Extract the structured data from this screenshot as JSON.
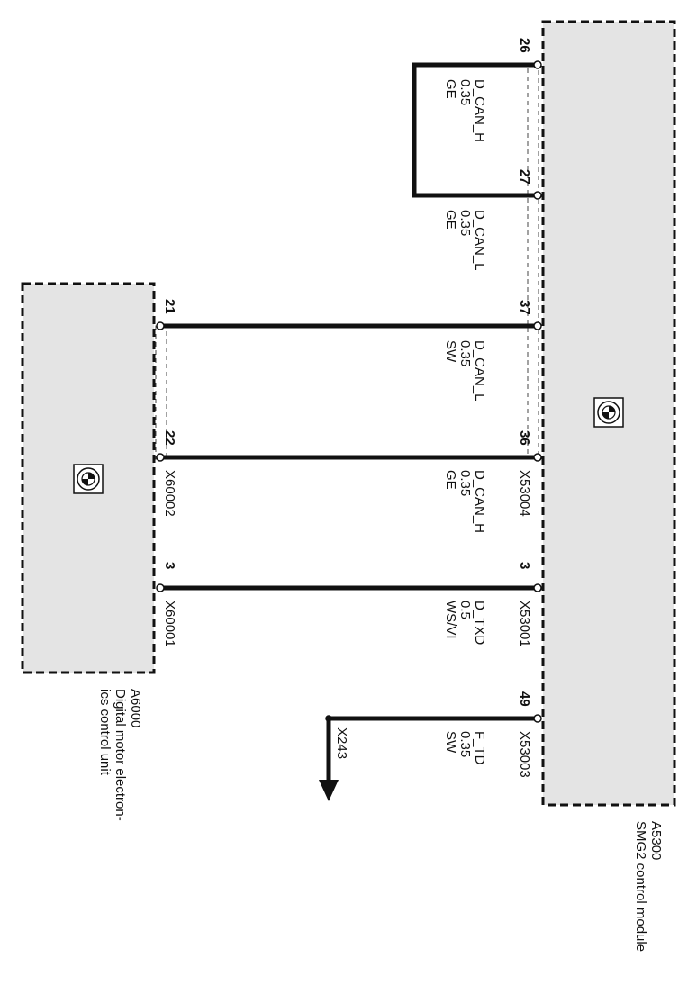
{
  "modules": {
    "smg2": {
      "id": "A5300",
      "name": "SMG2 control module"
    },
    "dme": {
      "id": "A6000",
      "name_line1": "Digital motor electron-",
      "name_line2": "ics control unit"
    }
  },
  "pins": {
    "p26": "26",
    "p27": "27",
    "p37": "37",
    "p36": "36",
    "p3_smg": "3",
    "p49": "49",
    "p21": "21",
    "p22": "22",
    "p3_dme": "3"
  },
  "connectors": {
    "x53004": "X53004",
    "x53001": "X53001",
    "x53003": "X53003",
    "x60002": "X60002",
    "x60001": "X60001",
    "x243": "X243"
  },
  "wires": {
    "w1": {
      "signal": "D_CAN_H",
      "size": "0.35",
      "color": "GE"
    },
    "w2": {
      "signal": "D_CAN_L",
      "size": "0.35",
      "color": "GE"
    },
    "w3": {
      "signal": "D_CAN_L",
      "size": "0.35",
      "color": "SW"
    },
    "w4": {
      "signal": "D_CAN_H",
      "size": "0.35",
      "color": "GE"
    },
    "w5": {
      "signal": "D_TXD",
      "size": "0.5",
      "color": "WS/VI"
    },
    "w6": {
      "signal": "F_TD",
      "size": "0.35",
      "color": "SW"
    }
  },
  "icons": {
    "bmw_logo": "bmw-logo-icon",
    "arrow": "arrow-down-icon"
  },
  "colors": {
    "module_fill": "#e4e4e4",
    "line": "#111111"
  }
}
